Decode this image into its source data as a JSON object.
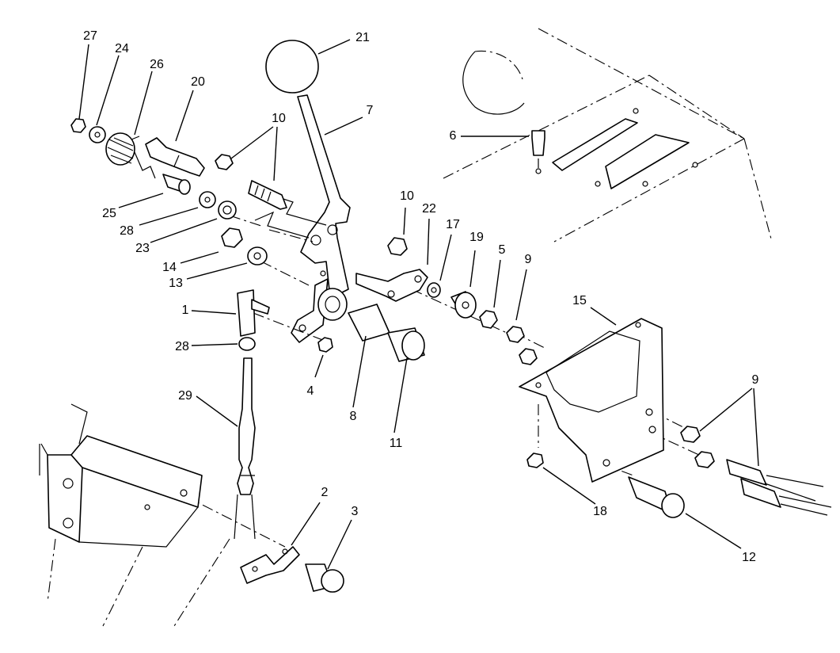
{
  "callouts": [
    {
      "id": "callout-27",
      "text": "27"
    },
    {
      "id": "callout-24",
      "text": "24"
    },
    {
      "id": "callout-26",
      "text": "26"
    },
    {
      "id": "callout-20",
      "text": "20"
    },
    {
      "id": "callout-21",
      "text": "21"
    },
    {
      "id": "callout-10a",
      "text": "10"
    },
    {
      "id": "callout-7",
      "text": "7"
    },
    {
      "id": "callout-6",
      "text": "6"
    },
    {
      "id": "callout-10b",
      "text": "10"
    },
    {
      "id": "callout-22",
      "text": "22"
    },
    {
      "id": "callout-17",
      "text": "17"
    },
    {
      "id": "callout-19",
      "text": "19"
    },
    {
      "id": "callout-5",
      "text": "5"
    },
    {
      "id": "callout-9a",
      "text": "9"
    },
    {
      "id": "callout-25",
      "text": "25"
    },
    {
      "id": "callout-28a",
      "text": "28"
    },
    {
      "id": "callout-23",
      "text": "23"
    },
    {
      "id": "callout-14",
      "text": "14"
    },
    {
      "id": "callout-13",
      "text": "13"
    },
    {
      "id": "callout-1",
      "text": "1"
    },
    {
      "id": "callout-28b",
      "text": "28"
    },
    {
      "id": "callout-4",
      "text": "4"
    },
    {
      "id": "callout-8",
      "text": "8"
    },
    {
      "id": "callout-11",
      "text": "11"
    },
    {
      "id": "callout-15",
      "text": "15"
    },
    {
      "id": "callout-9b",
      "text": "9"
    },
    {
      "id": "callout-29",
      "text": "29"
    },
    {
      "id": "callout-2",
      "text": "2"
    },
    {
      "id": "callout-3",
      "text": "3"
    },
    {
      "id": "callout-18",
      "text": "18"
    },
    {
      "id": "callout-12",
      "text": "12"
    }
  ]
}
